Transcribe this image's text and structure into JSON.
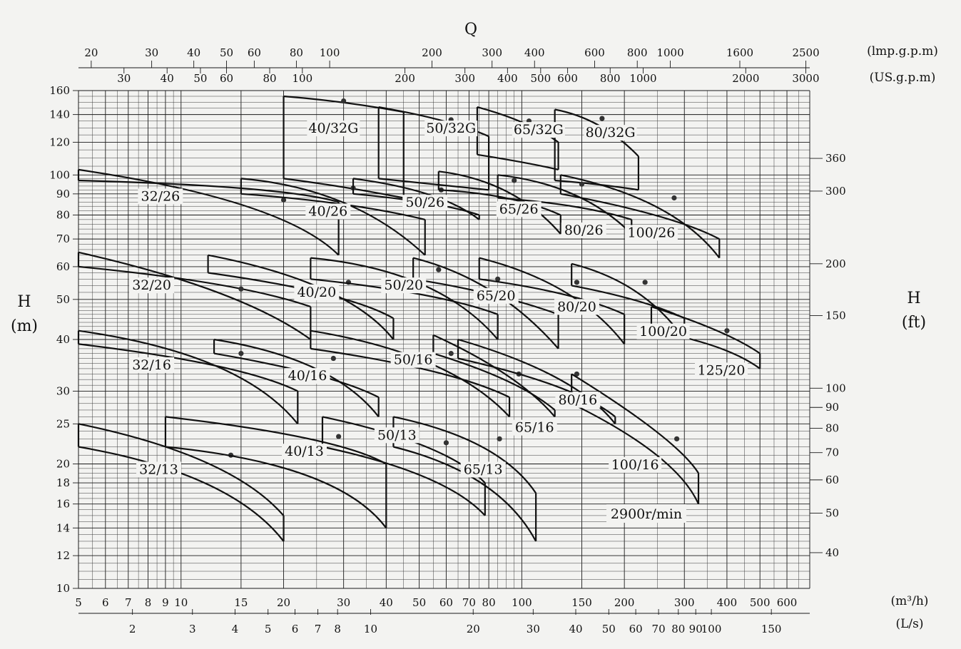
{
  "chart_data": {
    "type": "line",
    "title": "",
    "speed_label": "2900r/min",
    "x_axis": {
      "title": "Q",
      "scale": "log",
      "range": [
        5,
        700
      ],
      "unit": "(m³/h)",
      "ticks": [
        5,
        6,
        7,
        8,
        9,
        10,
        15,
        20,
        30,
        40,
        50,
        60,
        70,
        80,
        100,
        150,
        200,
        300,
        400,
        500,
        600
      ],
      "secondary_bottom": {
        "unit": "(L/s)",
        "ticks": [
          {
            "label": "2",
            "m3h": 7.2
          },
          {
            "label": "3",
            "m3h": 10.8
          },
          {
            "label": "4",
            "m3h": 14.4
          },
          {
            "label": "5",
            "m3h": 18
          },
          {
            "label": "6",
            "m3h": 21.6
          },
          {
            "label": "7",
            "m3h": 25.2
          },
          {
            "label": "8",
            "m3h": 28.8
          },
          {
            "label": "10",
            "m3h": 36
          },
          {
            "label": "20",
            "m3h": 72
          },
          {
            "label": "30",
            "m3h": 108
          },
          {
            "label": "40",
            "m3h": 144
          },
          {
            "label": "50",
            "m3h": 180
          },
          {
            "label": "60",
            "m3h": 216
          },
          {
            "label": "70",
            "m3h": 252
          },
          {
            "label": "80",
            "m3h": 288
          },
          {
            "label": "90",
            "m3h": 324
          },
          {
            "label": "100",
            "m3h": 360
          },
          {
            "label": "150",
            "m3h": 540
          }
        ]
      },
      "secondary_top_us": {
        "unit": "(US.g.p.m)",
        "ticks": [
          {
            "label": "30",
            "m3h": 6.8
          },
          {
            "label": "40",
            "m3h": 9.1
          },
          {
            "label": "50",
            "m3h": 11.4
          },
          {
            "label": "60",
            "m3h": 13.6
          },
          {
            "label": "80",
            "m3h": 18.2
          },
          {
            "label": "100",
            "m3h": 22.7
          },
          {
            "label": "200",
            "m3h": 45.4
          },
          {
            "label": "300",
            "m3h": 68.1
          },
          {
            "label": "400",
            "m3h": 90.8
          },
          {
            "label": "500",
            "m3h": 113.6
          },
          {
            "label": "600",
            "m3h": 136.3
          },
          {
            "label": "800",
            "m3h": 181.7
          },
          {
            "label": "1000",
            "m3h": 227.1
          },
          {
            "label": "2000",
            "m3h": 454.2
          },
          {
            "label": "3000",
            "m3h": 681.4
          }
        ]
      },
      "secondary_top_imp": {
        "unit": "(lmp.g.p.m)",
        "ticks": [
          {
            "label": "20",
            "m3h": 5.45
          },
          {
            "label": "30",
            "m3h": 8.2
          },
          {
            "label": "40",
            "m3h": 10.9
          },
          {
            "label": "50",
            "m3h": 13.6
          },
          {
            "label": "60",
            "m3h": 16.4
          },
          {
            "label": "80",
            "m3h": 21.8
          },
          {
            "label": "100",
            "m3h": 27.3
          },
          {
            "label": "200",
            "m3h": 54.5
          },
          {
            "label": "300",
            "m3h": 81.8
          },
          {
            "label": "400",
            "m3h": 109
          },
          {
            "label": "600",
            "m3h": 163.6
          },
          {
            "label": "800",
            "m3h": 218.2
          },
          {
            "label": "1000",
            "m3h": 272.8
          },
          {
            "label": "1600",
            "m3h": 436.4
          },
          {
            "label": "2500",
            "m3h": 681.9
          }
        ]
      }
    },
    "y_axis": {
      "title": "H",
      "unit": "(m)",
      "scale": "log",
      "range": [
        10,
        160
      ],
      "ticks": [
        10,
        12,
        14,
        16,
        18,
        20,
        25,
        30,
        40,
        50,
        60,
        70,
        80,
        90,
        100,
        120,
        140,
        160
      ],
      "secondary_right": {
        "title": "H",
        "unit": "(ft)",
        "ticks": [
          {
            "label": "40",
            "m": 12.2
          },
          {
            "label": "50",
            "m": 15.2
          },
          {
            "label": "60",
            "m": 18.3
          },
          {
            "label": "70",
            "m": 21.3
          },
          {
            "label": "80",
            "m": 24.4
          },
          {
            "label": "90",
            "m": 27.4
          },
          {
            "label": "100",
            "m": 30.5
          },
          {
            "label": "150",
            "m": 45.7
          },
          {
            "label": "200",
            "m": 61
          },
          {
            "label": "300",
            "m": 91.4
          },
          {
            "label": "360",
            "m": 109.7
          }
        ]
      }
    },
    "grid": true,
    "series": [
      {
        "name": "40/32G",
        "label_at": [
          28,
          127
        ],
        "q": [
          20,
          30,
          45
        ],
        "h_max": [
          155,
          151,
          142
        ],
        "h_min": [
          98,
          94,
          88
        ]
      },
      {
        "name": "50/32G",
        "label_at": [
          62,
          127
        ],
        "q": [
          38,
          62,
          80
        ],
        "h_max": [
          146,
          136,
          124
        ],
        "h_min": [
          98,
          94,
          92
        ]
      },
      {
        "name": "65/32G",
        "label_at": [
          112,
          126
        ],
        "q": [
          74,
          105,
          128
        ],
        "h_max": [
          146,
          135,
          120
        ],
        "h_min": [
          112,
          107,
          103
        ]
      },
      {
        "name": "80/32G",
        "label_at": [
          182,
          124
        ],
        "q": [
          125,
          172,
          220
        ],
        "h_max": [
          144,
          137,
          111
        ],
        "h_min": [
          97,
          95,
          92
        ]
      },
      {
        "name": "32/26",
        "label_at": [
          8.7,
          87
        ],
        "q": [
          5,
          20,
          29
        ],
        "h_max": [
          103,
          87,
          64
        ],
        "h_min": [
          97,
          94,
          86
        ]
      },
      {
        "name": "40/26",
        "label_at": [
          27,
          80
        ],
        "q": [
          15,
          32,
          52
        ],
        "h_max": [
          98,
          93,
          64
        ],
        "h_min": [
          90,
          86,
          78
        ]
      },
      {
        "name": "50/26",
        "label_at": [
          52,
          84
        ],
        "q": [
          32,
          58,
          75
        ],
        "h_max": [
          98,
          92,
          78
        ],
        "h_min": [
          90,
          86,
          80
        ]
      },
      {
        "name": "65/26",
        "label_at": [
          98,
          81
        ],
        "q": [
          57,
          95,
          130
        ],
        "h_max": [
          102,
          97,
          72
        ],
        "h_min": [
          92,
          90,
          80
        ]
      },
      {
        "name": "80/26",
        "label_at": [
          152,
          72
        ],
        "q": [
          85,
          150,
          210
        ],
        "h_max": [
          100,
          95,
          72
        ],
        "h_min": [
          88,
          85,
          78
        ]
      },
      {
        "name": "100/26",
        "label_at": [
          240,
          71
        ],
        "q": [
          130,
          280,
          380
        ],
        "h_max": [
          100,
          88,
          63
        ],
        "h_min": [
          90,
          80,
          70
        ]
      },
      {
        "name": "32/20",
        "label_at": [
          8.2,
          53
        ],
        "q": [
          5,
          15,
          24
        ],
        "h_max": [
          65,
          53,
          40
        ],
        "h_min": [
          60,
          55,
          48
        ]
      },
      {
        "name": "40/20",
        "label_at": [
          25,
          51
        ],
        "q": [
          12,
          31,
          42
        ],
        "h_max": [
          64,
          55,
          40
        ],
        "h_min": [
          58,
          52,
          45
        ]
      },
      {
        "name": "50/20",
        "label_at": [
          45,
          53
        ],
        "q": [
          24,
          57,
          85
        ],
        "h_max": [
          63,
          59,
          40
        ],
        "h_min": [
          56,
          52,
          46
        ]
      },
      {
        "name": "65/20",
        "label_at": [
          84,
          50
        ],
        "q": [
          48,
          85,
          128
        ],
        "h_max": [
          63,
          56,
          38
        ],
        "h_min": [
          56,
          52,
          46
        ]
      },
      {
        "name": "80/20",
        "label_at": [
          145,
          47
        ],
        "q": [
          75,
          145,
          200
        ],
        "h_max": [
          63,
          55,
          39
        ],
        "h_min": [
          56,
          52,
          46
        ]
      },
      {
        "name": "100/20",
        "label_at": [
          260,
          41
        ],
        "q": [
          140,
          230,
          300
        ],
        "h_max": [
          61,
          55,
          40
        ],
        "h_min": [
          54,
          50,
          45
        ]
      },
      {
        "name": "125/20",
        "label_at": [
          385,
          33
        ],
        "q": [
          240,
          400,
          500
        ],
        "h_max": [
          48,
          42,
          37
        ],
        "h_min": [
          42,
          39,
          34
        ]
      },
      {
        "name": "32/16",
        "label_at": [
          8.2,
          34
        ],
        "q": [
          5,
          15,
          22
        ],
        "h_max": [
          42,
          37,
          25
        ],
        "h_min": [
          39,
          35,
          30
        ]
      },
      {
        "name": "40/16",
        "label_at": [
          23.5,
          32
        ],
        "q": [
          12.5,
          28,
          38
        ],
        "h_max": [
          40,
          36,
          26
        ],
        "h_min": [
          37,
          33,
          29
        ]
      },
      {
        "name": "50/16",
        "label_at": [
          48,
          35
        ],
        "q": [
          24,
          62,
          92
        ],
        "h_max": [
          42,
          37,
          26
        ],
        "h_min": [
          38,
          34,
          29
        ]
      },
      {
        "name": "65/16",
        "label_at": [
          109,
          24
        ],
        "q": [
          55,
          98,
          125
        ],
        "h_max": [
          41,
          33,
          26
        ],
        "h_min": [
          37,
          32,
          27
        ]
      },
      {
        "name": "80/16",
        "label_at": [
          146,
          28
        ],
        "q": [
          65,
          145,
          188
        ],
        "h_max": [
          40,
          33,
          25
        ],
        "h_min": [
          36,
          31,
          26
        ]
      },
      {
        "name": "100/16",
        "label_at": [
          215,
          19.5
        ],
        "q": [
          140,
          285,
          330
        ],
        "h_max": [
          33,
          23,
          19
        ],
        "h_min": [
          28,
          21,
          16
        ]
      },
      {
        "name": "32/13",
        "label_at": [
          8.6,
          19
        ],
        "q": [
          5,
          14,
          20
        ],
        "h_max": [
          25,
          21,
          15
        ],
        "h_min": [
          22,
          19,
          13
        ]
      },
      {
        "name": "40/13",
        "label_at": [
          23,
          21
        ],
        "q": [
          9,
          29,
          40
        ],
        "h_max": [
          26,
          23.3,
          20
        ],
        "h_min": [
          22,
          20,
          14
        ]
      },
      {
        "name": "50/13",
        "label_at": [
          43,
          23
        ],
        "q": [
          26,
          60,
          78
        ],
        "h_max": [
          26,
          22.5,
          18
        ],
        "h_min": [
          22,
          19,
          15
        ]
      },
      {
        "name": "65/13",
        "label_at": [
          77,
          19
        ],
        "q": [
          42,
          86,
          110
        ],
        "h_max": [
          26,
          23,
          17
        ],
        "h_min": [
          22,
          19,
          13
        ]
      }
    ]
  }
}
